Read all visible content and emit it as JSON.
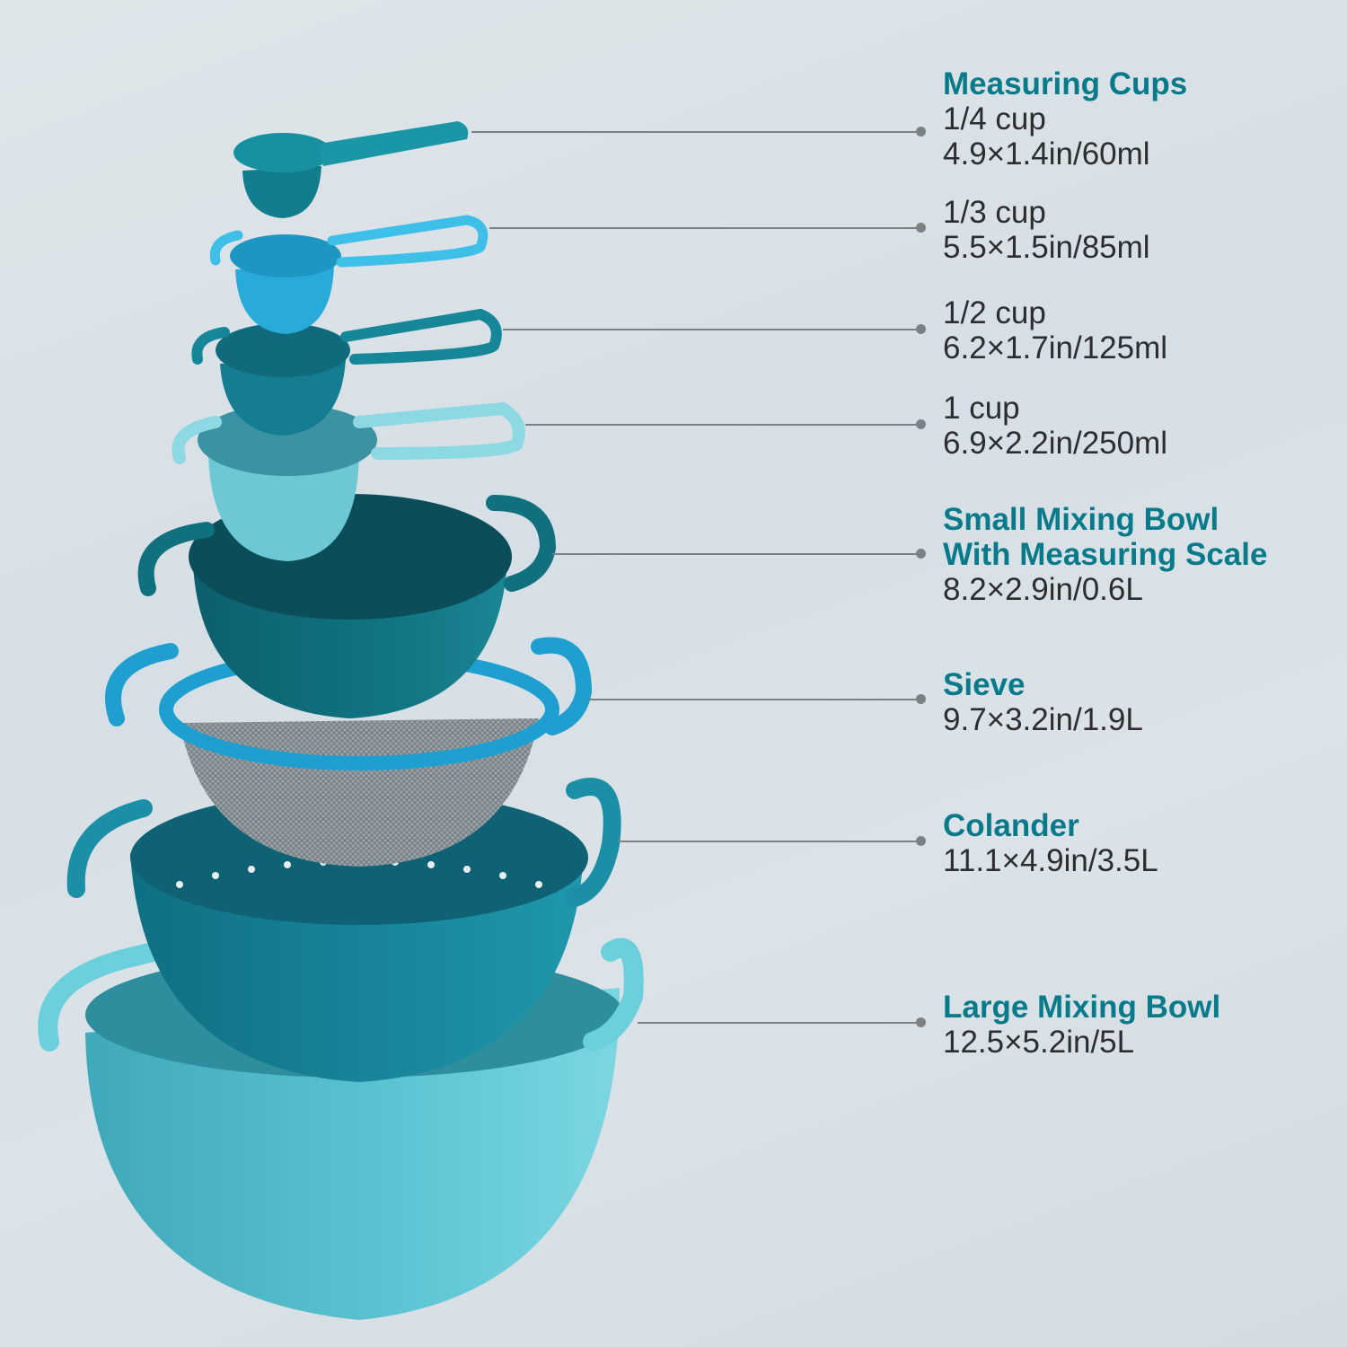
{
  "colors": {
    "background": "#dbe3e8",
    "heading": "#087a8a",
    "body_text": "#2b2d30",
    "leader_line": "#7d8184"
  },
  "items": [
    {
      "title": "Measuring Cups",
      "lines": [
        "1/4 cup",
        "4.9×1.4in/60ml"
      ]
    },
    {
      "title": "",
      "lines": [
        "1/3 cup",
        "5.5×1.5in/85ml"
      ]
    },
    {
      "title": "",
      "lines": [
        "1/2 cup",
        "6.2×1.7in/125ml"
      ]
    },
    {
      "title": "",
      "lines": [
        "1 cup",
        "6.9×2.2in/250ml"
      ]
    },
    {
      "title": "Small Mixing Bowl",
      "title2": "With Measuring Scale",
      "lines": [
        "8.2×2.9in/0.6L"
      ]
    },
    {
      "title": "Sieve",
      "lines": [
        "9.7×3.2in/1.9L"
      ]
    },
    {
      "title": "Colander",
      "lines": [
        "11.1×4.9in/3.5L"
      ]
    },
    {
      "title": "Large Mixing Bowl",
      "lines": [
        "12.5×5.2in/5L"
      ]
    }
  ],
  "product_parts": [
    {
      "name": "1/4 cup measuring cup",
      "color": "#13899a"
    },
    {
      "name": "1/3 cup measuring cup",
      "color": "#29b0de"
    },
    {
      "name": "1/2 cup measuring cup",
      "color": "#167f95"
    },
    {
      "name": "1 cup measuring cup",
      "color": "#7fd2dd"
    },
    {
      "name": "small mixing bowl",
      "color": "#0f6d7a"
    },
    {
      "name": "sieve",
      "color": "#1e9ccd"
    },
    {
      "name": "colander",
      "color": "#147e92"
    },
    {
      "name": "large mixing bowl",
      "color": "#54c0cf"
    }
  ]
}
